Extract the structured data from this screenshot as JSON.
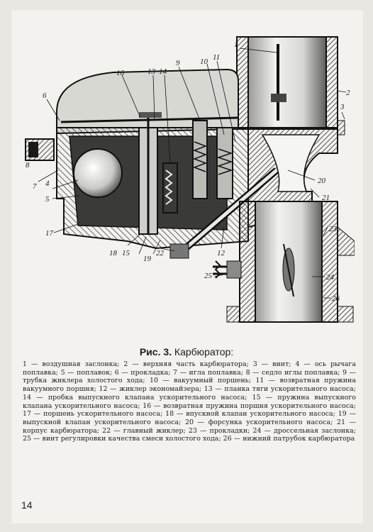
{
  "figure": {
    "part_labels": [
      "1",
      "2",
      "3",
      "4",
      "5",
      "6",
      "7",
      "8",
      "9",
      "10",
      "11",
      "12",
      "13",
      "14",
      "15",
      "16",
      "17",
      "18",
      "19",
      "20",
      "21",
      "22",
      "23",
      "24",
      "25",
      "26"
    ]
  },
  "caption": {
    "prefix": "Рис. 3.",
    "title": "Карбюратор:"
  },
  "legend": {
    "text": "1 — воздушная заслонка; 2 — верхняя часть карбюратора; 3 — винт; 4 — ось рычага поплавка; 5 — поплавок; 6 — прокладка; 7 — игла поплавка; 8 — седло иглы поплавка; 9 — трубка жиклера холостого хода; 10 — вакуумный поршень; 11 — возвратная пружина вакуумного поршня; 12 — жиклер экономайзера; 13 — планка тяги ускорительного насоса; 14 — пробка выпускного клапана ускорительного насоса; 15 — пружина выпускного клапана ускорительного насоса; 16 — возвратная пружина поршня ускорительного насоса; 17 — поршень ускорительного насоса; 18 — впускной клапан ускорительного насоса; 19 — выпускной клапан ускорительного насоса; 20 — форсунка ускорительного насоса; 21 — корпус карбюратора; 22 — главный жиклер; 23 — прокладки; 24 — дроссельная заслонка; 25 — винт регулировки качества смеси холостого хода; 26 — нижний патрубок карбюратора"
  },
  "page_number": "14"
}
